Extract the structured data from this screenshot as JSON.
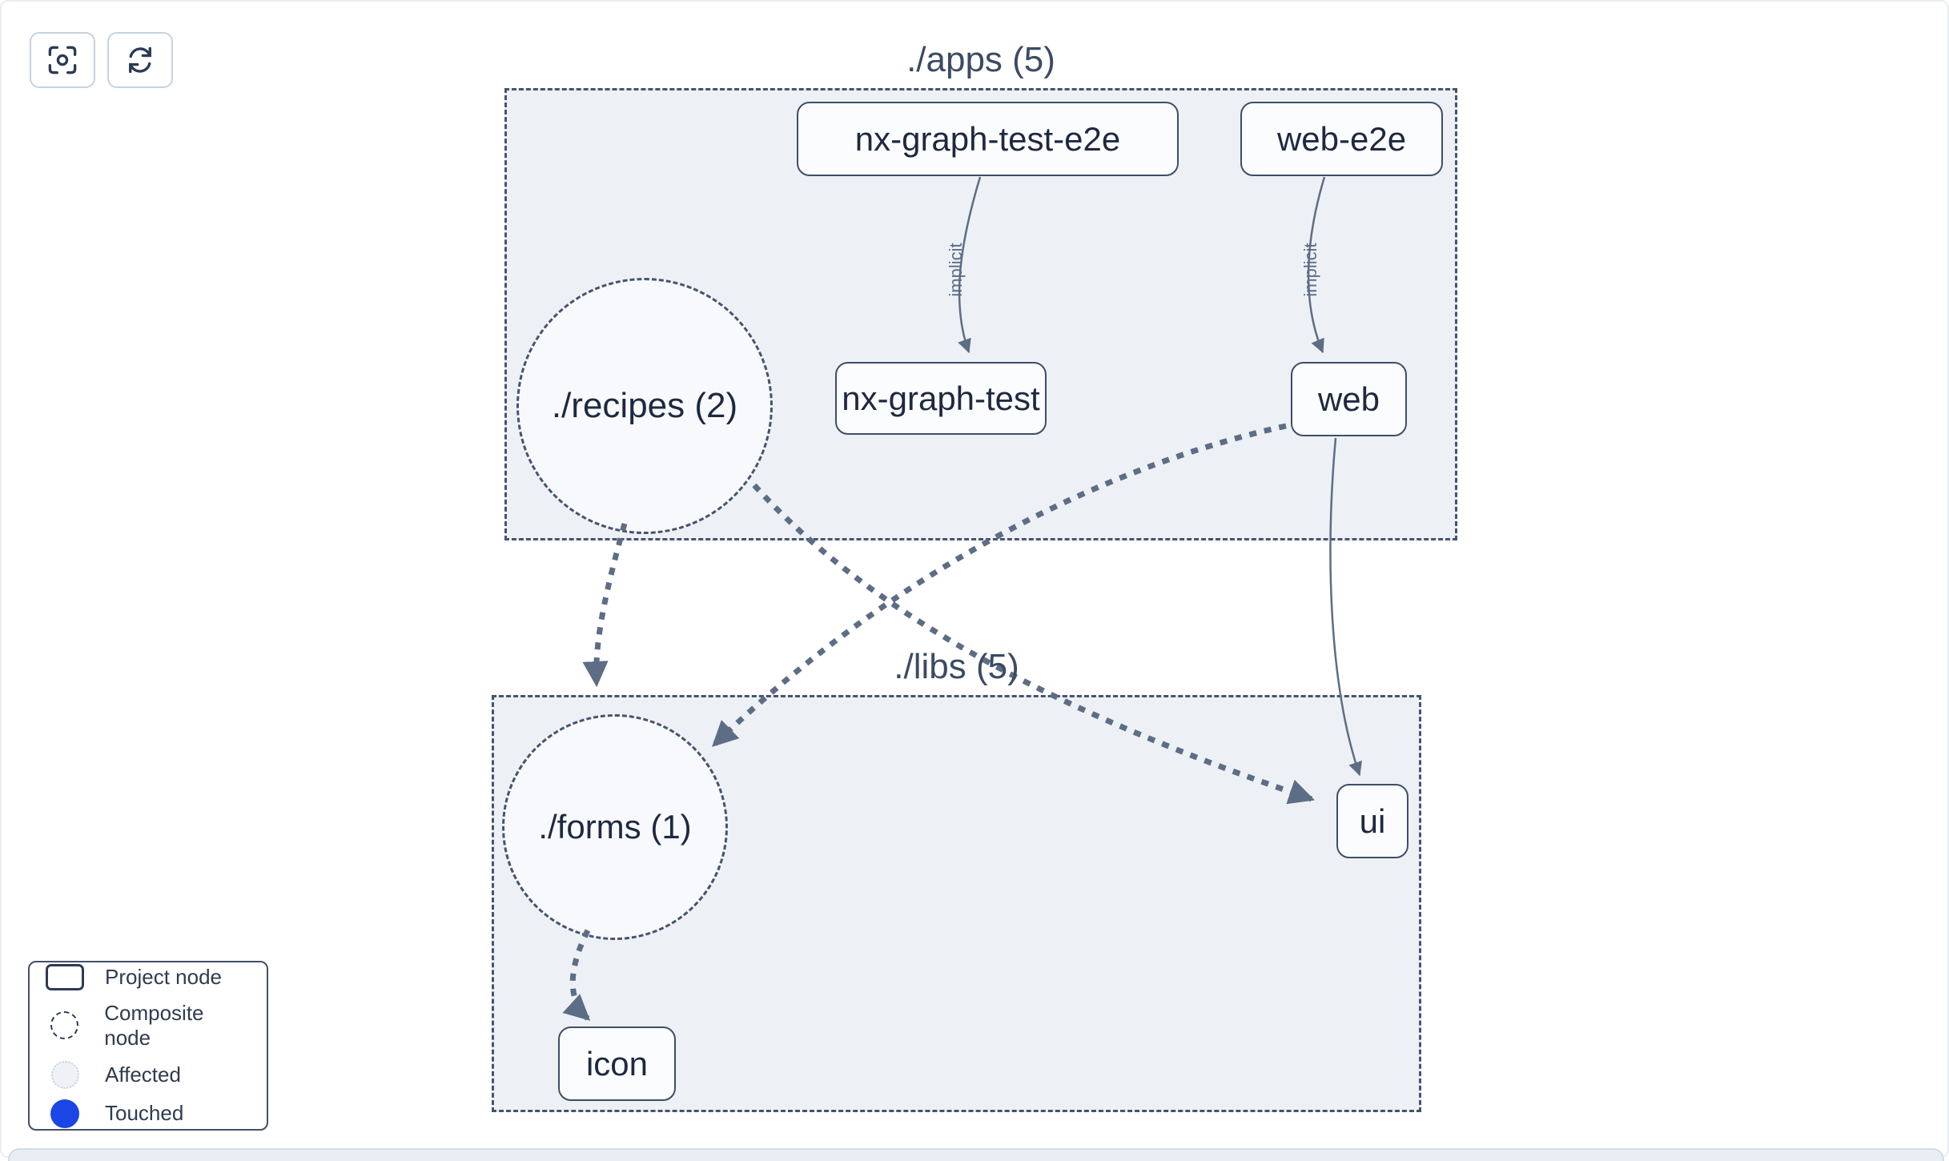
{
  "toolbar": {
    "buttons": [
      {
        "id": "focus",
        "icon": "focus-target-icon"
      },
      {
        "id": "refresh",
        "icon": "refresh-icon"
      }
    ]
  },
  "graph": {
    "groups": [
      {
        "id": "apps",
        "label": "./apps (5)"
      },
      {
        "id": "libs",
        "label": "./libs (5)"
      }
    ],
    "nodes": [
      {
        "id": "nx-graph-test-e2e",
        "label": "nx-graph-test-e2e",
        "type": "project",
        "group": "apps"
      },
      {
        "id": "web-e2e",
        "label": "web-e2e",
        "type": "project",
        "group": "apps"
      },
      {
        "id": "recipes",
        "label": "./recipes (2)",
        "type": "composite",
        "group": "apps"
      },
      {
        "id": "nx-graph-test",
        "label": "nx-graph-test",
        "type": "project",
        "group": "apps"
      },
      {
        "id": "web",
        "label": "web",
        "type": "project",
        "group": "apps"
      },
      {
        "id": "forms",
        "label": "./forms (1)",
        "type": "composite",
        "group": "libs"
      },
      {
        "id": "ui",
        "label": "ui",
        "type": "project",
        "group": "libs"
      },
      {
        "id": "icon",
        "label": "icon",
        "type": "project",
        "group": "libs"
      }
    ],
    "edges": [
      {
        "from": "nx-graph-test-e2e",
        "to": "nx-graph-test",
        "label": "implicit",
        "style": "thin-solid"
      },
      {
        "from": "web-e2e",
        "to": "web",
        "label": "implicit",
        "style": "thin-solid"
      },
      {
        "from": "recipes",
        "to": "forms",
        "label": "",
        "style": "thick-dashed"
      },
      {
        "from": "recipes",
        "to": "ui",
        "label": "",
        "style": "thick-dashed"
      },
      {
        "from": "web",
        "to": "forms",
        "label": "",
        "style": "thick-dashed"
      },
      {
        "from": "web",
        "to": "ui",
        "label": "",
        "style": "thin-solid"
      },
      {
        "from": "forms",
        "to": "icon",
        "label": "",
        "style": "thick-dashed"
      }
    ]
  },
  "legend": {
    "items": [
      {
        "label": "Project node",
        "swatch": "project-rect"
      },
      {
        "label": "Composite node",
        "swatch": "dashed-circle"
      },
      {
        "label": "Affected",
        "swatch": "affected-circle"
      },
      {
        "label": "Touched",
        "swatch": "touched-circle"
      }
    ]
  },
  "colors": {
    "group_fill": "#edf1f6",
    "group_border": "#46546d",
    "node_fill": "#fbfcfe",
    "node_border": "#3e4d68",
    "node_text": "#1e2940",
    "edge": "#5d6d85",
    "edge_label": "#5d6d85",
    "touched_blue": "#1b46e5",
    "affected_fill": "#eef2f7"
  }
}
